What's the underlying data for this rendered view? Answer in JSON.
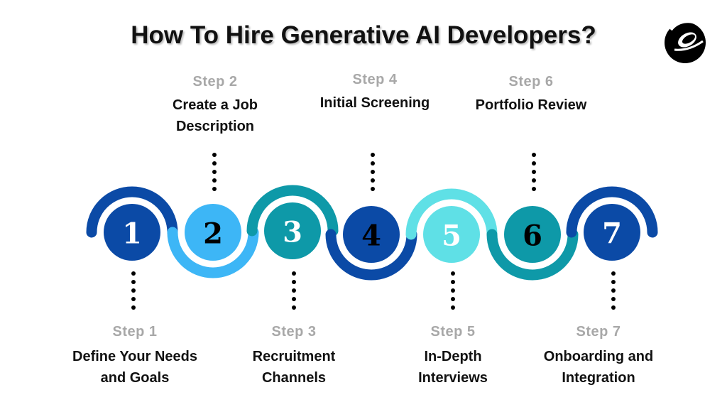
{
  "title": "How To Hire Generative AI Developers?",
  "colors": {
    "dark_blue": "#0b4aa6",
    "light_blue": "#3db6f6",
    "teal": "#0e99a8",
    "cyan": "#5fe0e6"
  },
  "steps": [
    {
      "number": "1",
      "label": "Step 1",
      "text": [
        "Define Your Needs",
        "and Goals"
      ]
    },
    {
      "number": "2",
      "label": "Step 2",
      "text": [
        "Create a Job",
        "Description"
      ]
    },
    {
      "number": "3",
      "label": "Step 3",
      "text": [
        "Recruitment",
        "Channels"
      ]
    },
    {
      "number": "4",
      "label": "Step 4",
      "text": [
        "Initial Screening"
      ]
    },
    {
      "number": "5",
      "label": "Step 5",
      "text": [
        "In-Depth",
        "Interviews"
      ]
    },
    {
      "number": "6",
      "label": "Step 6",
      "text": [
        "Portfolio Review"
      ]
    },
    {
      "number": "7",
      "label": "Step 7",
      "text": [
        "Onboarding and",
        "Integration"
      ]
    }
  ],
  "logo": {
    "icon": "e-logo-icon"
  }
}
